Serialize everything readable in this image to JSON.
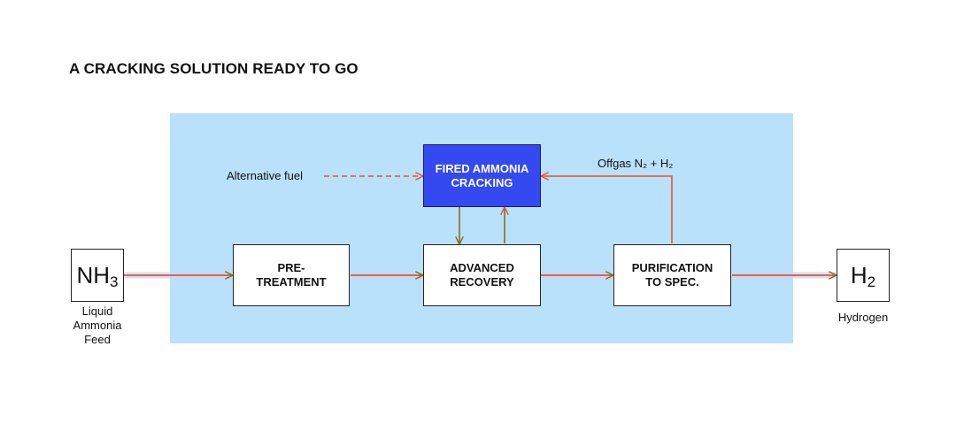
{
  "title": "A CRACKING SOLUTION READY TO GO",
  "colors": {
    "panel": "#b9e1fc",
    "fired_box": "#3549f0",
    "feed_line": "#8a6a1e",
    "offgas_line": "#e8532a",
    "fuel_line": "#e8532a",
    "glow": "#ecc8f0"
  },
  "feed": {
    "formula_main": "NH",
    "formula_sub": "3",
    "caption": "Liquid\nAmmonia\nFeed"
  },
  "product": {
    "formula_main": "H",
    "formula_sub": "2",
    "caption": "Hydrogen"
  },
  "boxes": {
    "pretreatment": "PRE-\nTREATMENT",
    "fired": "FIRED AMMONIA\nCRACKING",
    "recovery": "ADVANCED\nRECOVERY",
    "purification": "PURIFICATION\nTO SPEC."
  },
  "labels": {
    "alt_fuel": "Alternative fuel",
    "offgas": "Offgas N₂ + H₂"
  }
}
